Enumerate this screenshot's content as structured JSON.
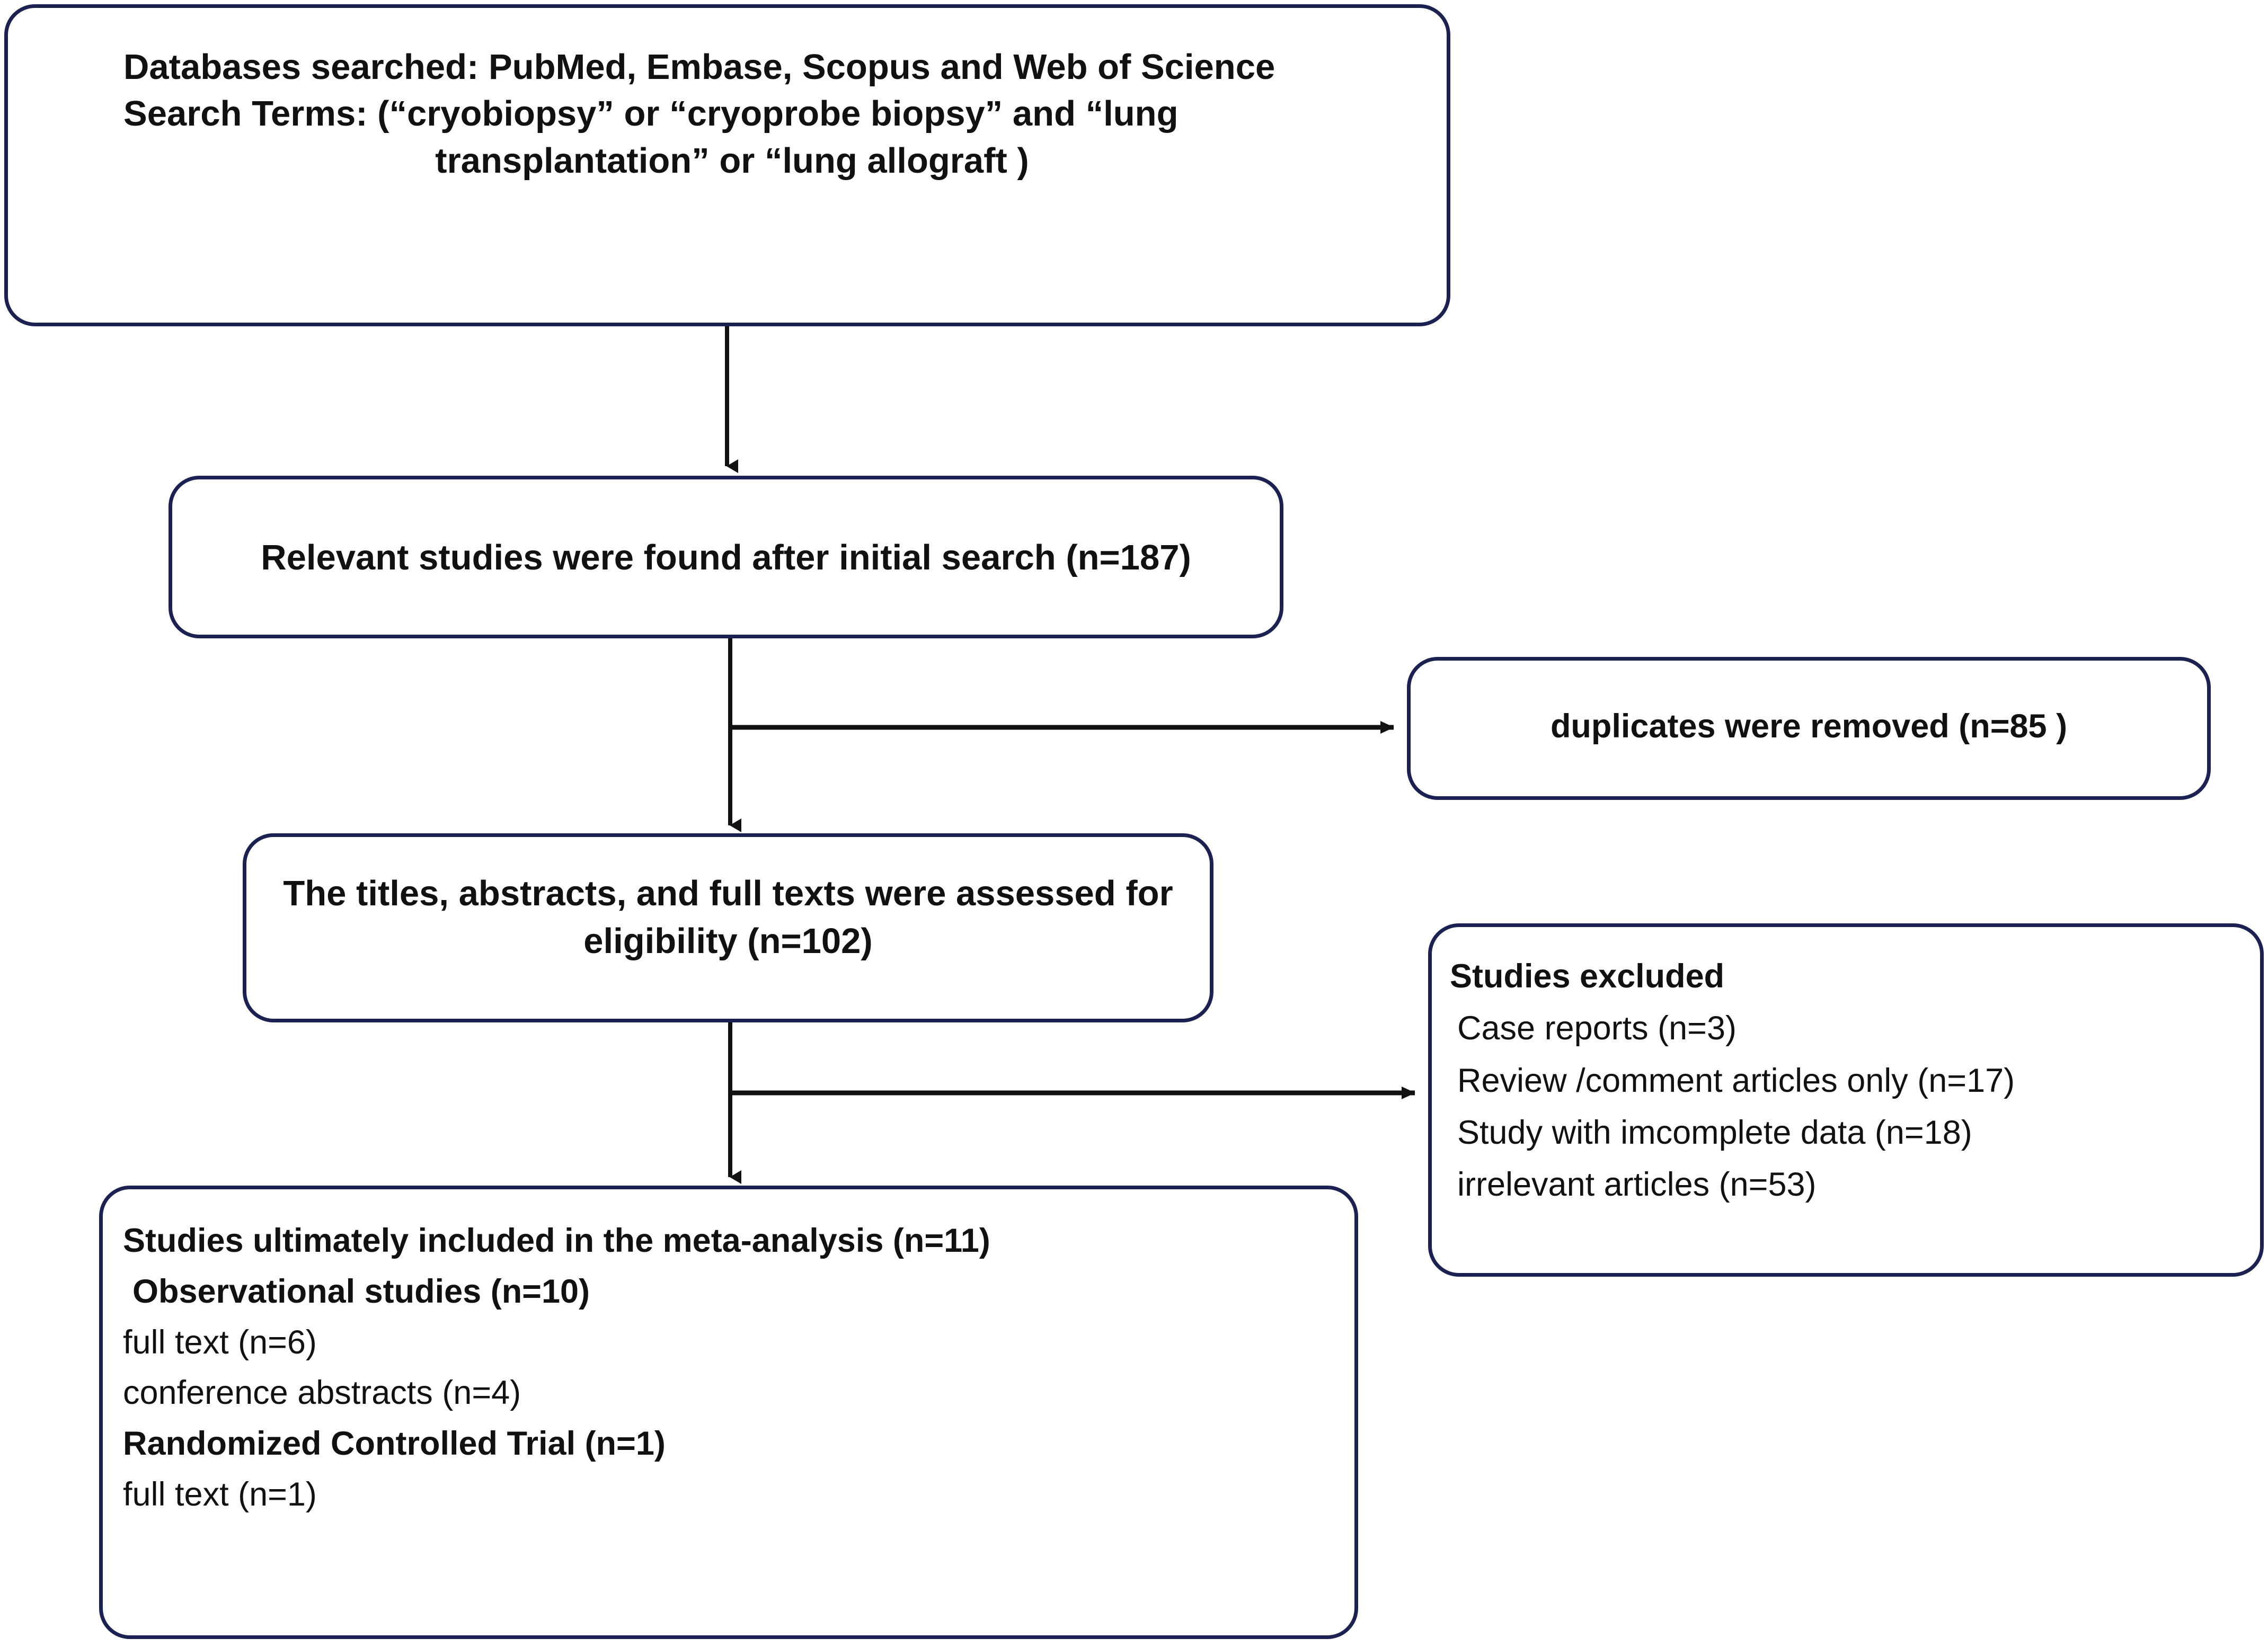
{
  "diagram": {
    "title": "PRISMA study selection flow diagram",
    "border_color": "#1b2252",
    "text_color": "#111111",
    "background": "#ffffff"
  },
  "nodes": {
    "databases": {
      "line1": "Databases searched: PubMed, Embase, Scopus and Web of Science",
      "line2": "Search Terms: (“cryobiopsy”  or  “cryoprobe biopsy”   and  “lung",
      "line3": "transplantation”  or  “lung allograft )"
    },
    "relevant": {
      "text": "Relevant studies  were found after initial search (n=187)"
    },
    "duplicates": {
      "text": "duplicates were removed  (n=85 )"
    },
    "eligibility": {
      "line1": "The titles, abstracts, and full texts were assessed for",
      "line2": "eligibility (n=102)"
    },
    "excluded": {
      "heading": "Studies excluded",
      "items": [
        "Case reports (n=3)",
        "Review /comment articles only (n=17)",
        "Study with imcomplete data (n=18)",
        "irrelevant articles (n=53)"
      ]
    },
    "included": {
      "line1": "Studies ultimately included in the meta-analysis (n=11)",
      "line2": "Observational studies (n=10)",
      "line3": "full text  (n=6)",
      "line4": "conference abstracts (n=4)",
      "line5": "Randomized Controlled Trial (n=1)",
      "line6": "full text  (n=1)"
    }
  },
  "edges": [
    {
      "name": "databases-to-relevant",
      "from": "databases",
      "to": "relevant",
      "kind": "vertical-arrow"
    },
    {
      "name": "relevant-to-duplicates",
      "from": "relevant",
      "to": "duplicates",
      "kind": "branch-right-arrow"
    },
    {
      "name": "relevant-to-eligibility",
      "from": "relevant",
      "to": "eligibility",
      "kind": "vertical-arrow"
    },
    {
      "name": "eligibility-to-excluded",
      "from": "eligibility",
      "to": "excluded",
      "kind": "branch-right-arrow"
    },
    {
      "name": "eligibility-to-included",
      "from": "eligibility",
      "to": "included",
      "kind": "vertical-arrow"
    }
  ]
}
